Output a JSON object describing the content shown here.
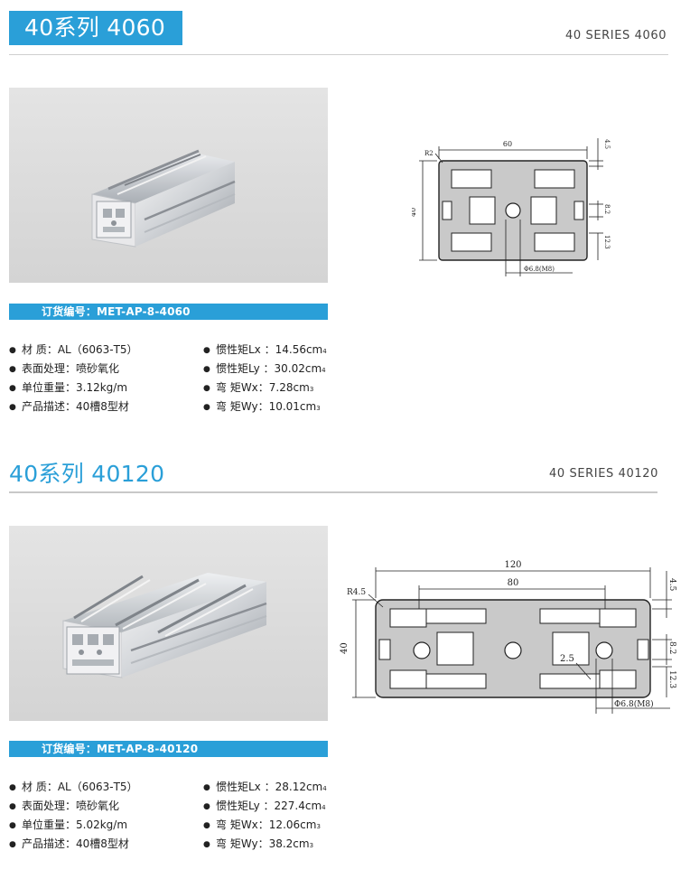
{
  "sections": [
    {
      "title": "40系列 4060",
      "series_en": "40 SERIES  4060",
      "order_bar": "订货编号：MET-AP-8-4060",
      "specs_left": [
        {
          "label": "材      质：",
          "value": "AL（6063-T5）"
        },
        {
          "label": "表面处理：",
          "value": "喷砂氧化"
        },
        {
          "label": "单位重量：",
          "value": "3.12kg/m"
        },
        {
          "label": "产品描述：",
          "value": "40槽8型材"
        }
      ],
      "specs_right": [
        {
          "label": "惯性矩Lx ：",
          "value": "14.56cm",
          "sup": "4"
        },
        {
          "label": "惯性矩Ly ：",
          "value": "30.02cm",
          "sup": "4"
        },
        {
          "label": "弯  矩Wx：",
          "value": "7.28cm",
          "sup": "3"
        },
        {
          "label": "弯  矩Wy：",
          "value": "10.01cm",
          "sup": "3"
        }
      ],
      "drawing": {
        "width": "60",
        "height": "40",
        "radius": "R2",
        "slot_top": "4.5",
        "slot_mid": "8.2",
        "slot_bot": "12.3",
        "bore": "Φ6.8(M8)"
      }
    },
    {
      "title": "40系列 40120",
      "series_en": "40 SERIES  40120",
      "order_bar": "订货编号：MET-AP-8-40120",
      "specs_left": [
        {
          "label": "材      质：",
          "value": "AL（6063-T5）"
        },
        {
          "label": "表面处理：",
          "value": "喷砂氧化"
        },
        {
          "label": "单位重量：",
          "value": "5.02kg/m"
        },
        {
          "label": "产品描述：",
          "value": "40槽8型材"
        }
      ],
      "specs_right": [
        {
          "label": "惯性矩Lx ：",
          "value": "28.12cm",
          "sup": "4"
        },
        {
          "label": "惯性矩Ly ：",
          "value": "227.4cm",
          "sup": "4"
        },
        {
          "label": "弯  矩Wx：",
          "value": "12.06cm",
          "sup": "3"
        },
        {
          "label": "弯  矩Wy：",
          "value": "38.2cm",
          "sup": "3"
        }
      ],
      "drawing": {
        "width": "120",
        "inner": "80",
        "height": "40",
        "radius": "R4.5",
        "slot_top": "4.5",
        "slot_mid": "8.2",
        "slot_bot": "12.3",
        "wall": "2.5",
        "bore": "Φ6.8(M8)"
      }
    }
  ],
  "bullet": "●"
}
